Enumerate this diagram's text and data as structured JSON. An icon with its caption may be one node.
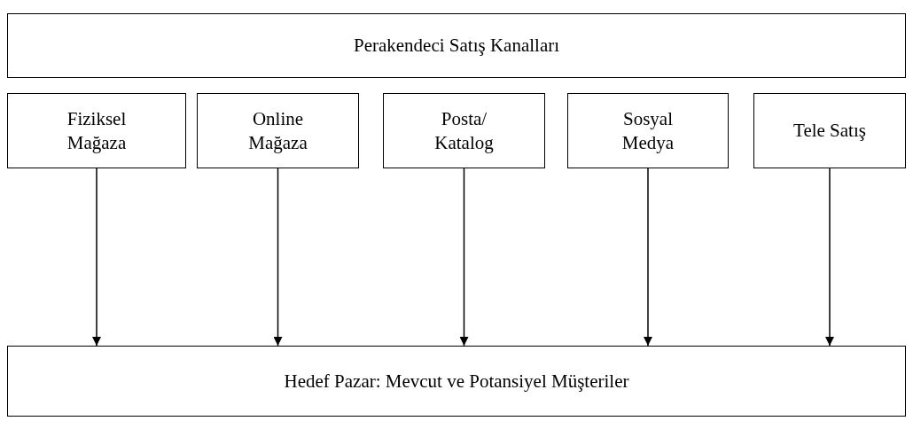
{
  "diagram": {
    "nodes": [
      {
        "text": [
          "Perakendeci Satış Kanalları"
        ]
      },
      {
        "text": [
          "Fiziksel Mağaza"
        ]
      },
      {
        "text": [
          "Online Mağaza"
        ]
      },
      {
        "text": [
          "Posta/ Katalog"
        ]
      },
      {
        "text": [
          "Sosyal Medya"
        ]
      },
      {
        "text": [
          "Tele Satış"
        ]
      },
      {
        "text": [
          "Hedef Pazar: Mevcut ve Potansiyel Müşteriler"
        ]
      }
    ],
    "edges": [
      {
        "from": 1,
        "to": 6,
        "arrow": "to"
      },
      {
        "from": 2,
        "to": 6,
        "arrow": "to"
      },
      {
        "from": 3,
        "to": 6,
        "arrow": "to"
      },
      {
        "from": 4,
        "to": 6,
        "arrow": "to"
      },
      {
        "from": 5,
        "to": 6,
        "arrow": "to"
      }
    ]
  }
}
